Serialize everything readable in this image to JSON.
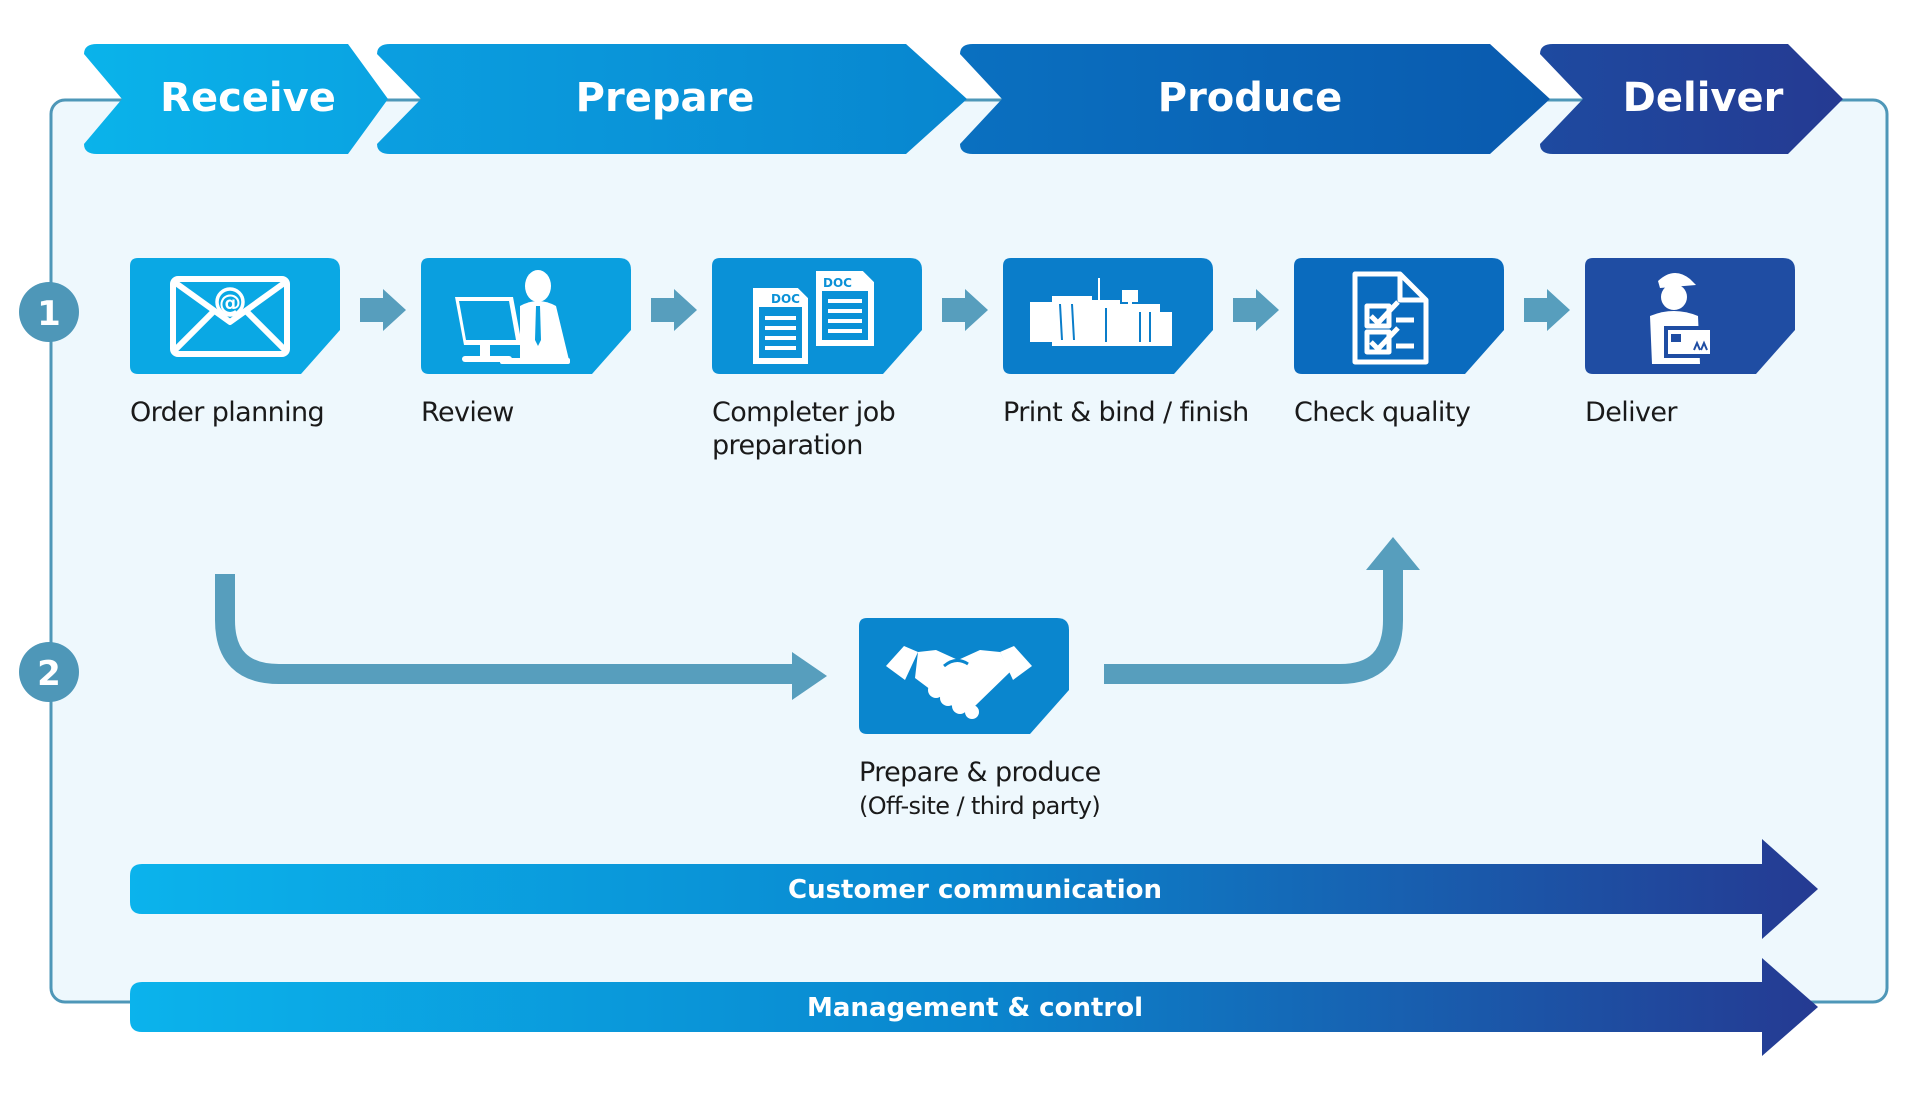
{
  "phases": [
    {
      "label": "Receive"
    },
    {
      "label": "Prepare"
    },
    {
      "label": "Produce"
    },
    {
      "label": "Deliver"
    }
  ],
  "rows": [
    {
      "number": "1"
    },
    {
      "number": "2"
    }
  ],
  "steps": [
    {
      "icon": "email-icon",
      "lines": [
        "Order planning"
      ]
    },
    {
      "icon": "computer-user-icon",
      "lines": [
        "Review"
      ]
    },
    {
      "icon": "documents-icon",
      "lines": [
        "Completer job",
        "preparation"
      ]
    },
    {
      "icon": "printer-icon",
      "lines": [
        "Print & bind / finish"
      ]
    },
    {
      "icon": "checklist-icon",
      "lines": [
        "Check quality"
      ]
    },
    {
      "icon": "delivery-person-icon",
      "lines": [
        "Deliver"
      ]
    }
  ],
  "offsite": {
    "icon": "handshake-icon",
    "line1": "Prepare & produce",
    "line2": "(Off-site / third party)"
  },
  "bars": [
    {
      "label": "Customer communication"
    },
    {
      "label": "Management & control"
    }
  ],
  "colors": {
    "light_blue": "#0AAFE8",
    "mid_blue": "#0888D2",
    "dark_blue": "#0A5FB0",
    "navy": "#223F96",
    "connector": "#579EBD",
    "frame": "#4E97B8",
    "frame_fill": "#EEF8FD"
  }
}
